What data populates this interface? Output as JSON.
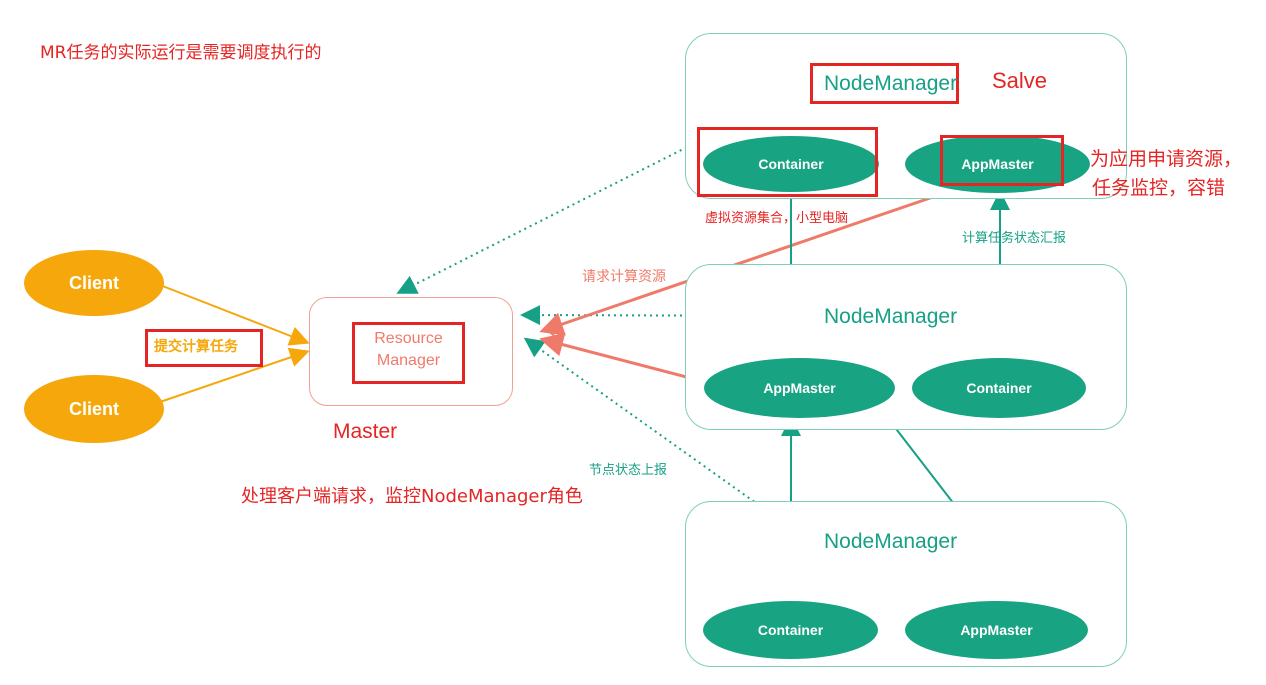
{
  "title_note": "MR任务的实际运行是需要调度执行的",
  "master": {
    "rm_line1": "Resource",
    "rm_line2": "Manager",
    "label": "Master",
    "description": "处理客户端请求，监控NodeManager角色"
  },
  "clients": [
    "Client",
    "Client"
  ],
  "submit_label": "提交计算任务",
  "slave_label": "Salve",
  "appmaster_note_line1": "为应用申请资源，",
  "appmaster_note_line2": "任务监控，容错",
  "container_note": "虚拟资源集合，小型电脑",
  "request_resource_label": "请求计算资源",
  "task_status_label": "计算任务状态汇报",
  "node_status_label": "节点状态上报",
  "nodes": [
    {
      "manager": "NodeManager",
      "left": "Container",
      "right": "AppMaster"
    },
    {
      "manager": "NodeManager",
      "left": "AppMaster",
      "right": "Container"
    },
    {
      "manager": "NodeManager",
      "left": "Container",
      "right": "AppMaster"
    }
  ],
  "colors": {
    "teal": "#16a085",
    "ellipse_green": "#18a482",
    "client_orange": "#f5a70b",
    "red": "#e52424",
    "salmon": "#f07a6a"
  }
}
